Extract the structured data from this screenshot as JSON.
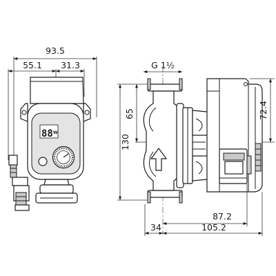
{
  "front_view": {
    "dimensions": {
      "overall_width": "93.5",
      "left_to_axis": "55.1",
      "axis_to_right": "31.3"
    },
    "display_readout": "88",
    "display_unit": "W"
  },
  "side_view": {
    "dimensions": {
      "thread": "G 1½",
      "motor_height": "72.4",
      "axis_to_top": "65",
      "port_to_port": "130",
      "axis_to_box": "87.2",
      "flange_to_axis": "34",
      "axis_to_back": "105.2"
    }
  },
  "colors": {
    "lines": "#1a1a1a",
    "fill_gray": "#c9c9c9",
    "fill_light": "#e4e4e4"
  }
}
